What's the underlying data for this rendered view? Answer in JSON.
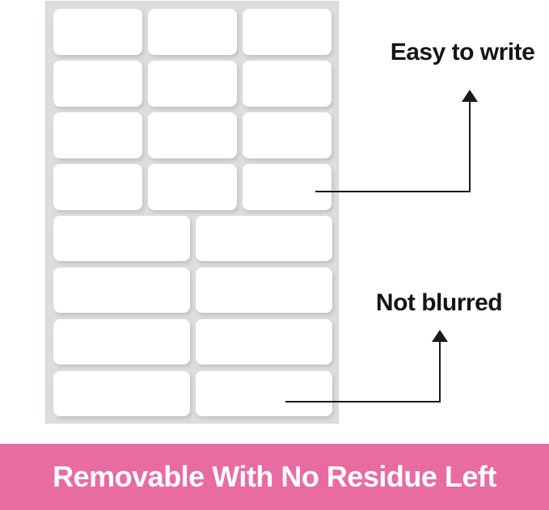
{
  "annotations": {
    "easy_to_write": "Easy to write",
    "not_blurred": "Not blurred",
    "arrow_color": "#1a1a1a",
    "text_color": "#151515"
  },
  "label_sheet": {
    "sheet_color": "#dcdddd",
    "label_color": "#ffffff",
    "small_labels": {
      "rows": 4,
      "cols": 3,
      "count": 12
    },
    "large_labels": {
      "rows": 4,
      "cols": 2,
      "count": 8
    }
  },
  "banner": {
    "text": "Removable With No Residue Left",
    "bg_color": "#e86ba1",
    "text_color": "#ffffff"
  }
}
